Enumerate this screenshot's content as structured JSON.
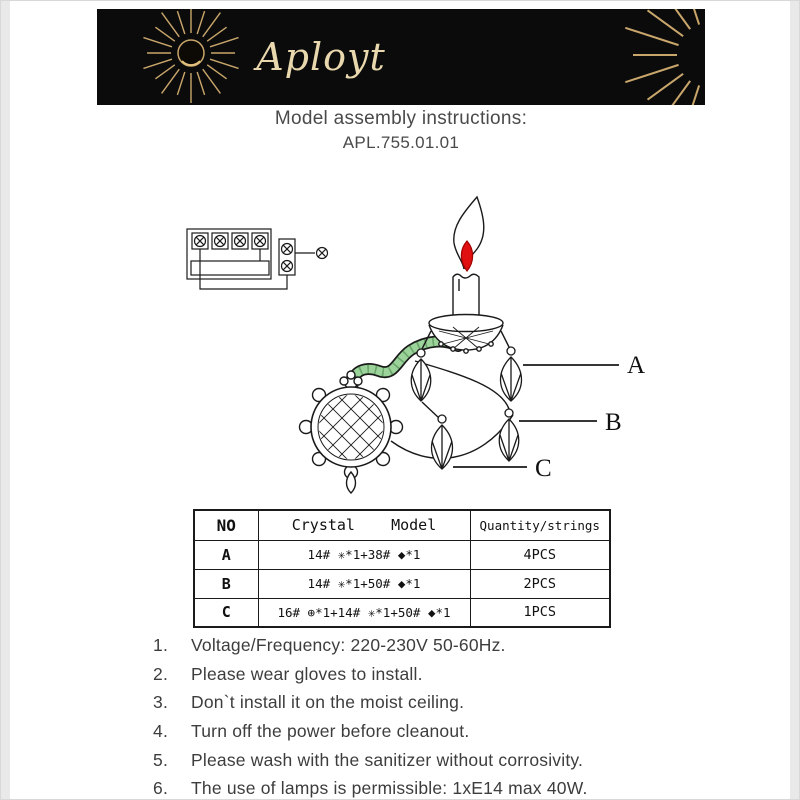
{
  "brand": {
    "logo": "Aployt"
  },
  "title": {
    "line1": "Model assembly instructions:",
    "line2": "APL.755.01.01"
  },
  "diagram": {
    "labels": {
      "a": "A",
      "b": "B",
      "c": "C"
    },
    "icons": [
      "wiring-diagram",
      "candle-flame",
      "candle",
      "wall-arm",
      "backplate",
      "crystal-drops"
    ]
  },
  "table": {
    "headers": {
      "no": "NO",
      "model": "Crystal    Model",
      "qty": "Quantity/strings"
    },
    "rows": [
      {
        "no": "A",
        "model": "14# ✳*1+38# ◆*1",
        "qty": "4PCS"
      },
      {
        "no": "B",
        "model": "14# ✳*1+50# ◆*1",
        "qty": "2PCS"
      },
      {
        "no": "C",
        "model": "16# ⊕*1+14# ✳*1+50# ◆*1",
        "qty": "1PCS"
      }
    ]
  },
  "notes": {
    "items": [
      "Voltage/Frequency: 220-230V 50-60Hz.",
      "Please wear gloves to install.",
      "Don`t install it on the moist ceiling.",
      "Turn off the power before cleanout.",
      "Please wash with the sanitizer without corrosivity.",
      "The use of lamps is permissible: 1xE14 max 40W."
    ]
  },
  "colors": {
    "header_bg": "#0b0b0b",
    "accent_gold": "#c9a66b",
    "flame_red": "#e01010",
    "arm_green": "#9bd39b",
    "text_gray": "#3d3d3d"
  }
}
